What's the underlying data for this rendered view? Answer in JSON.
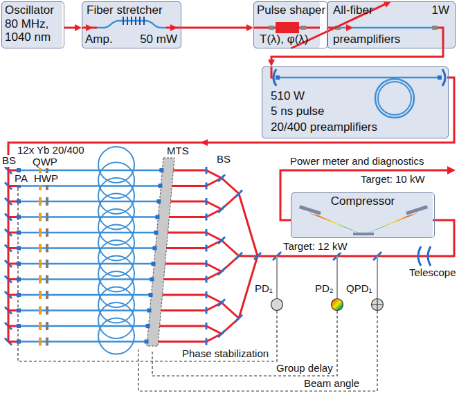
{
  "diagram": {
    "nodes": [
      {
        "text": [
          "Oscillator 80 MHz, 1040 nm"
        ]
      },
      {
        "text": [
          "Fiber stretcher",
          "Amp.",
          "50 mW"
        ]
      },
      {
        "text": [
          "Pulse shaper",
          "T(λ), φ(λ)"
        ]
      },
      {
        "text": [
          "All-fiber",
          "1W",
          "preamplifiers"
        ]
      },
      {
        "text": [
          "510 W",
          "5 ns pulse",
          "20/400 preamplifiers"
        ]
      },
      {
        "text": [
          "Compressor"
        ]
      },
      {
        "text": [
          "PD₁"
        ]
      },
      {
        "text": [
          "PD₂"
        ]
      },
      {
        "text": [
          "QPD₁"
        ]
      }
    ],
    "edges": [
      {
        "from": 0,
        "to": 1,
        "arrow": "to"
      },
      {
        "from": 1,
        "to": 2,
        "arrow": "to"
      },
      {
        "from": 2,
        "to": 3,
        "arrow": "to"
      },
      {
        "from": 3,
        "to": 4,
        "arrow": "to"
      }
    ],
    "labels": [
      "12x Yb 20/400",
      "BS",
      "QWP",
      "PA",
      "HWP",
      "MTS",
      "BS",
      "Power meter and diagnostics",
      "Target: 10 kW",
      "Target: 12 kW",
      "Telescope",
      "Phase stabilization",
      "Group delay",
      "Beam angle"
    ]
  }
}
